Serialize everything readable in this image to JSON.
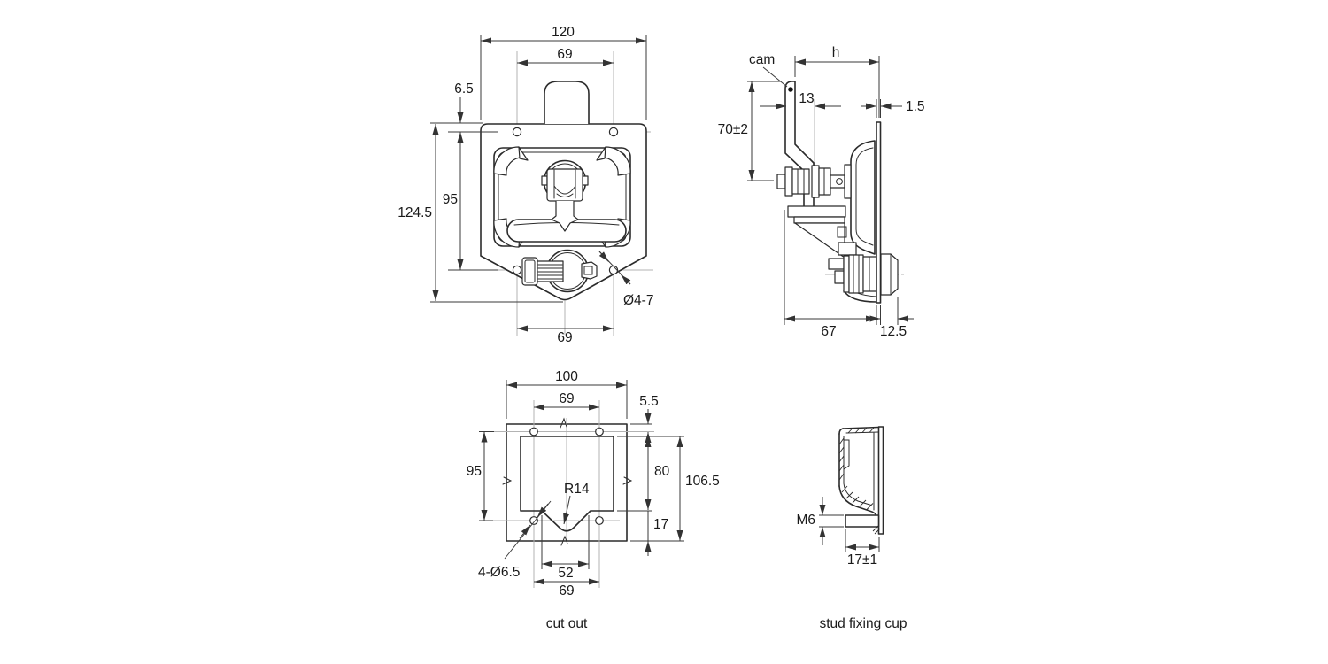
{
  "drawing": {
    "front_view": {
      "overall_width": "120",
      "hole_spacing_top": "69",
      "edge_to_hole": "6.5",
      "overall_height": "124.5",
      "hole_spacing_vertical": "95",
      "hole_diameter": "Ø4-7",
      "hole_spacing_bottom": "69"
    },
    "side_view": {
      "cam_label": "cam",
      "handle_clearance": "h",
      "cam_offset": "13",
      "panel_thickness": "1.5",
      "cam_height": "70±2",
      "body_depth": "67",
      "rear_protrusion": "12.5"
    },
    "cutout_view": {
      "overall_width": "100",
      "hole_spacing_top": "69",
      "edge_to_hole": "5.5",
      "hole_spacing_vertical": "95",
      "window_height": "80",
      "overall_height": "106.5",
      "tab_height": "17",
      "notch_radius": "R14",
      "holes_callout": "4-Ø6.5",
      "notch_width": "52",
      "hole_spacing_bottom": "69",
      "caption": "cut out"
    },
    "stud_view": {
      "thread": "M6",
      "stud_length": "17±1",
      "caption": "stud fixing cup"
    }
  }
}
